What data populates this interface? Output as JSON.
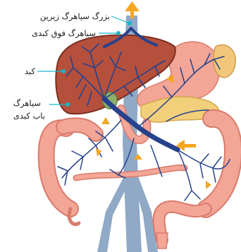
{
  "labels": {
    "inferior_vena_cava": "بزرگ سیاهرگ زیرین",
    "hepatic_vein": "سیاهرگ فوق کبدی",
    "liver": "کبد",
    "portal_vein_line1": "سیاهرگ",
    "portal_vein_line2": "باب کبدی"
  },
  "colors": {
    "liver": "#b5503c",
    "liver_dark": "#8f3a2a",
    "intestine": "#f3a596",
    "intestine_edge": "#d97b6c",
    "portal_vein": "#26428b",
    "vena_cava": "#8fa9c6",
    "pancreas": "#f2cf7a",
    "flow_arrow": "#f5a623",
    "leader": "#18b6c9"
  },
  "icons": [
    "arrow-up-icon",
    "flow-arrow-icon"
  ]
}
